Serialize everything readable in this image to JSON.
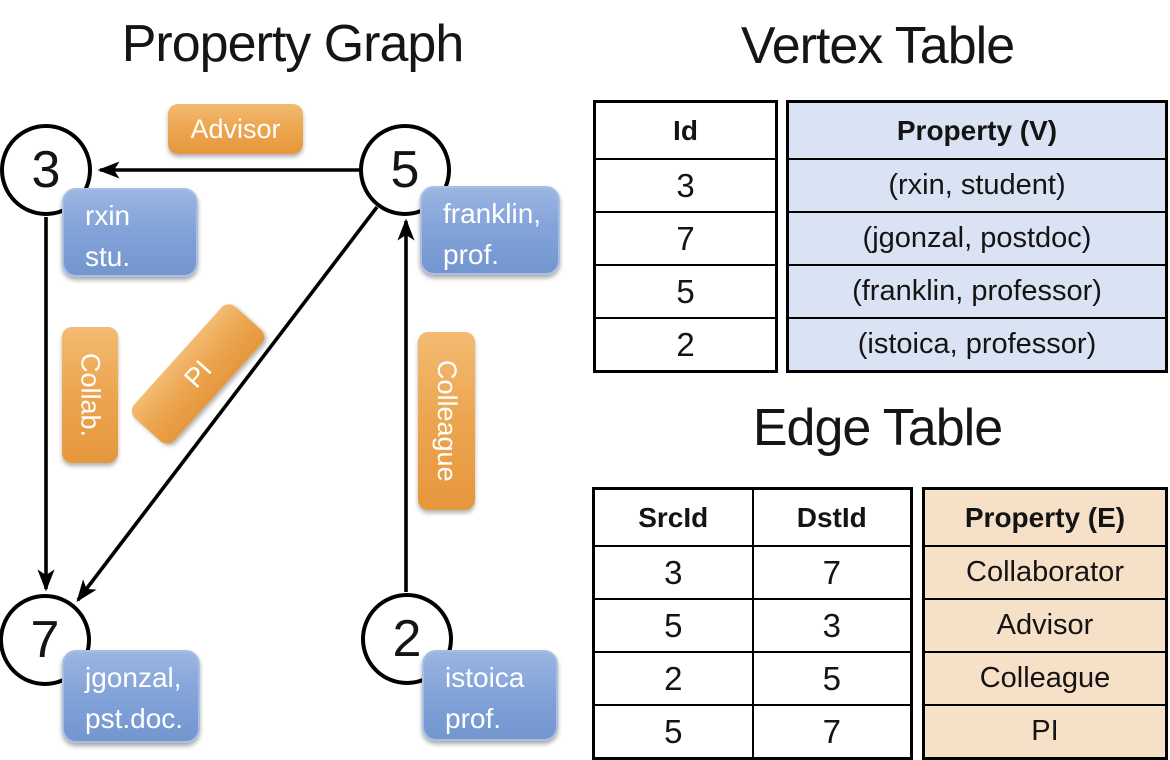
{
  "graph": {
    "title": "Property Graph",
    "nodes": [
      {
        "id": "3"
      },
      {
        "id": "5"
      },
      {
        "id": "7"
      },
      {
        "id": "2"
      }
    ],
    "vertex_labels": [
      {
        "line1": "rxin",
        "line2": "stu."
      },
      {
        "line1": "franklin,",
        "line2": "prof."
      },
      {
        "line1": "jgonzal,",
        "line2": "pst.doc."
      },
      {
        "line1": "istoica",
        "line2": "prof."
      }
    ],
    "edge_labels": [
      {
        "label": "Advisor"
      },
      {
        "label": "Collab."
      },
      {
        "label": "PI"
      },
      {
        "label": "Colleague"
      }
    ],
    "edges": [
      {
        "src": "5",
        "dst": "3",
        "label": "Advisor"
      },
      {
        "src": "3",
        "dst": "7",
        "label": "Collab."
      },
      {
        "src": "5",
        "dst": "7",
        "label": "PI"
      },
      {
        "src": "2",
        "dst": "5",
        "label": "Colleague"
      }
    ]
  },
  "vertex_table": {
    "title": "Vertex Table",
    "columns": {
      "id": "Id",
      "property": "Property (V)"
    },
    "rows": [
      {
        "id": "3",
        "property": "(rxin, student)"
      },
      {
        "id": "7",
        "property": "(jgonzal, postdoc)"
      },
      {
        "id": "5",
        "property": "(franklin, professor)"
      },
      {
        "id": "2",
        "property": "(istoica, professor)"
      }
    ]
  },
  "edge_table": {
    "title": "Edge Table",
    "columns": {
      "src": "SrcId",
      "dst": "DstId",
      "property": "Property (E)"
    },
    "rows": [
      {
        "src": "3",
        "dst": "7",
        "property": "Collaborator"
      },
      {
        "src": "5",
        "dst": "3",
        "property": "Advisor"
      },
      {
        "src": "2",
        "dst": "5",
        "property": "Colleague"
      },
      {
        "src": "5",
        "dst": "7",
        "property": "PI"
      }
    ]
  },
  "colors": {
    "edge_label_fill": "#ECA54F",
    "vertex_label_fill": "#7FA1D6",
    "vertex_property_fill": "#DAE3F4",
    "edge_property_fill": "#F6E0C7",
    "line_color": "#000000"
  }
}
